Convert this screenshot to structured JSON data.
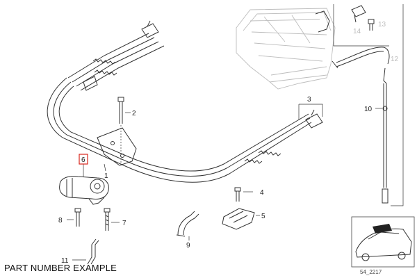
{
  "caption": "PART NUMBER EXAMPLE",
  "diagram_code": "54_2217",
  "highlight_color": "#d9261c",
  "callouts": {
    "c1": "1",
    "c2": "2",
    "c3": "3",
    "c4": "4",
    "c5": "5",
    "c6": "6",
    "c7": "7",
    "c8": "8",
    "c9": "9",
    "c10": "10",
    "c11": "11",
    "c12": "12",
    "c13": "13",
    "c14": "14"
  }
}
